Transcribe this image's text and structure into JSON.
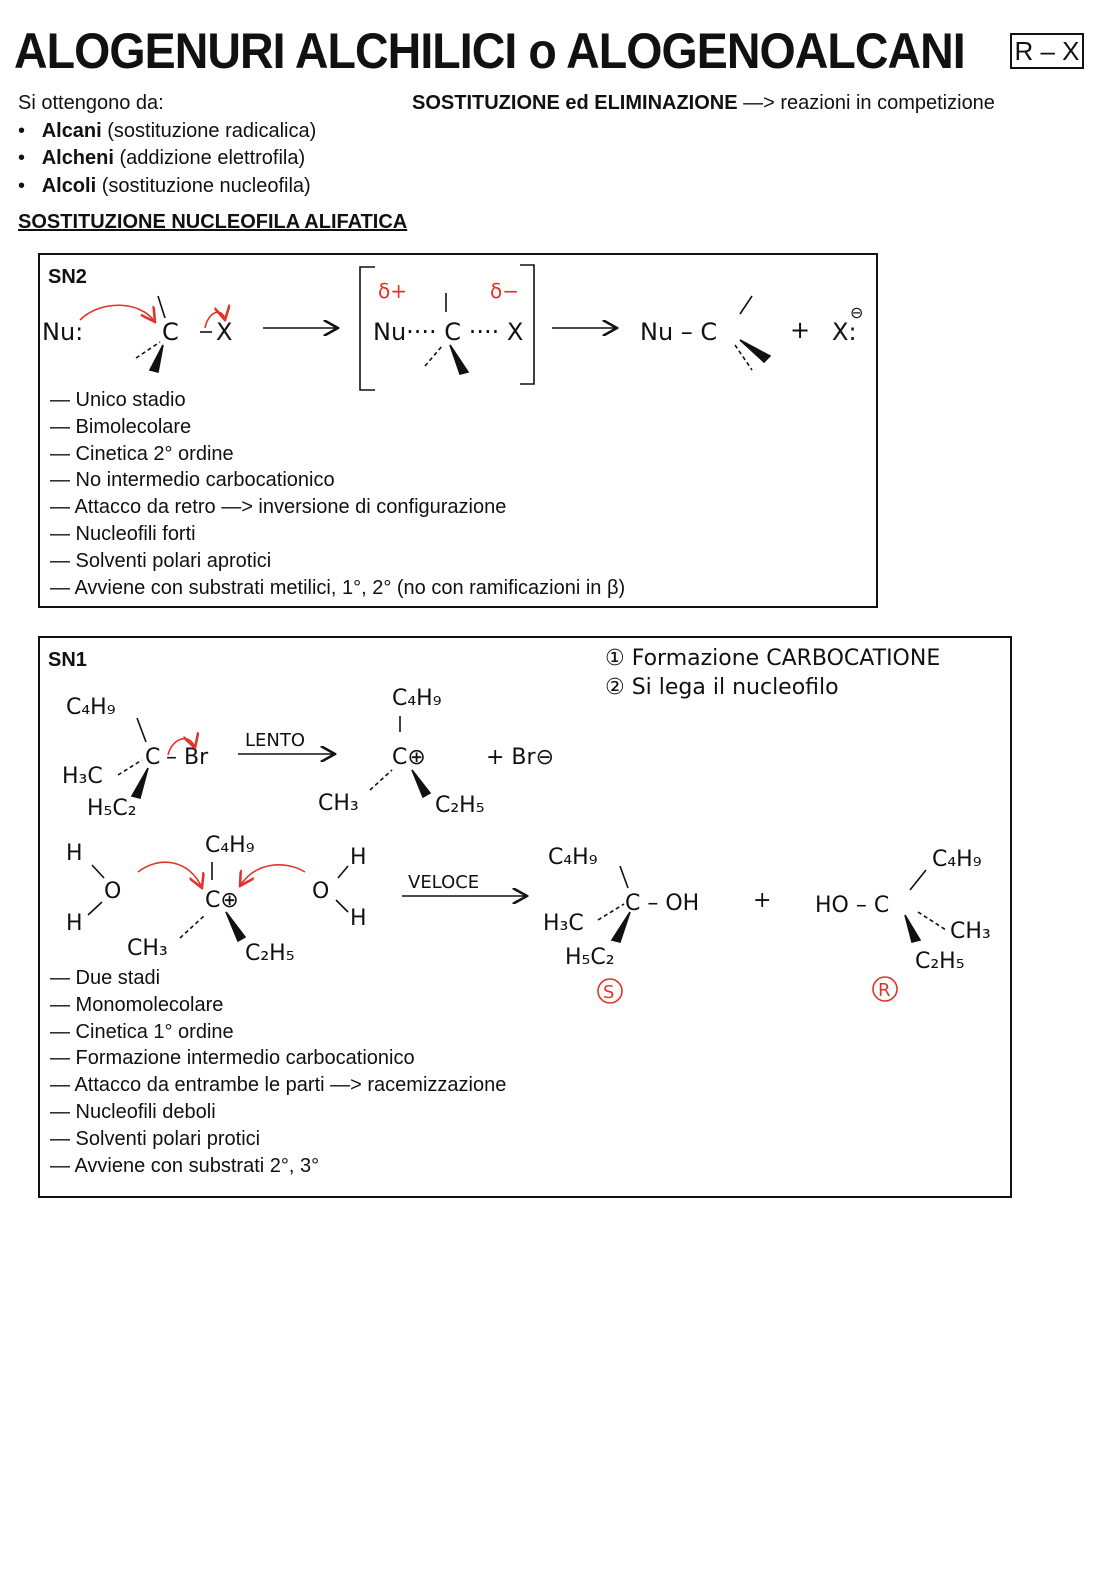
{
  "title": "ALOGENURI ALCHILICI o ALOGENOALCANI",
  "title_badge": "R – X",
  "intro": {
    "lead": "Si ottengono da:",
    "sources": [
      {
        "bold": "Alcani",
        "rest": " (sostituzione radicalica)"
      },
      {
        "bold": "Alcheni",
        "rest": " (addizione elettrofila)"
      },
      {
        "bold": "Alcoli",
        "rest": " (sostituzione nucleofila)"
      }
    ],
    "bullet": "•",
    "competition_bold": "SOSTITUZIONE ed ELIMINAZIONE",
    "competition_rest": " —> reazioni in competizione"
  },
  "section_heading": "SOSTITUZIONE NUCLEOFILA ALIFATICA",
  "sn2": {
    "label": "SN2",
    "scheme": {
      "nu": "Nu:",
      "c": "C",
      "x": "X",
      "delta_plus": "δ+",
      "delta_minus": "δ−",
      "ts": "Nu···· C ···· X",
      "product": "Nu – C",
      "plus": "+",
      "leaving": "X:",
      "charge": "⊖"
    },
    "points": [
      "— Unico stadio",
      "— Bimolecolare",
      "— Cinetica 2° ordine",
      "— No intermedio carbocationico",
      "— Attacco da retro —> inversione di configurazione",
      "— Nucleofili forti",
      "— Solventi polari aprotici",
      "— Avviene con substrati metilici, 1°, 2° (no con ramificazioni in β)"
    ]
  },
  "sn1": {
    "label": "SN1",
    "steps": [
      "① Formazione CARBOCATIONE",
      "② Si lega il nucleofilo"
    ],
    "scheme": {
      "c4h9": "C₄H₉",
      "h3c": "H₃C",
      "h5c2": "H₅C₂",
      "c": "C",
      "br": "– Br",
      "slow": "LENTO",
      "cation": "C⊕",
      "ch3": "CH₃",
      "c2h5": "C₂H₅",
      "br_ion": "+ Br⊖",
      "h": "H",
      "o": "O",
      "fast": "VELOCE",
      "c_oh": "C – OH",
      "plus": "+",
      "ho_c": "HO – C",
      "s": "S",
      "r": "R"
    },
    "points": [
      "— Due stadi",
      "— Monomolecolare",
      "— Cinetica 1° ordine",
      "— Formazione intermedio carbocationico",
      "— Attacco da entrambe le parti —> racemizzazione",
      "— Nucleofili deboli",
      "— Solventi polari protici",
      "— Avviene con substrati 2°, 3°"
    ]
  },
  "colors": {
    "accent_red": "#e0342a",
    "ink": "#111111"
  }
}
